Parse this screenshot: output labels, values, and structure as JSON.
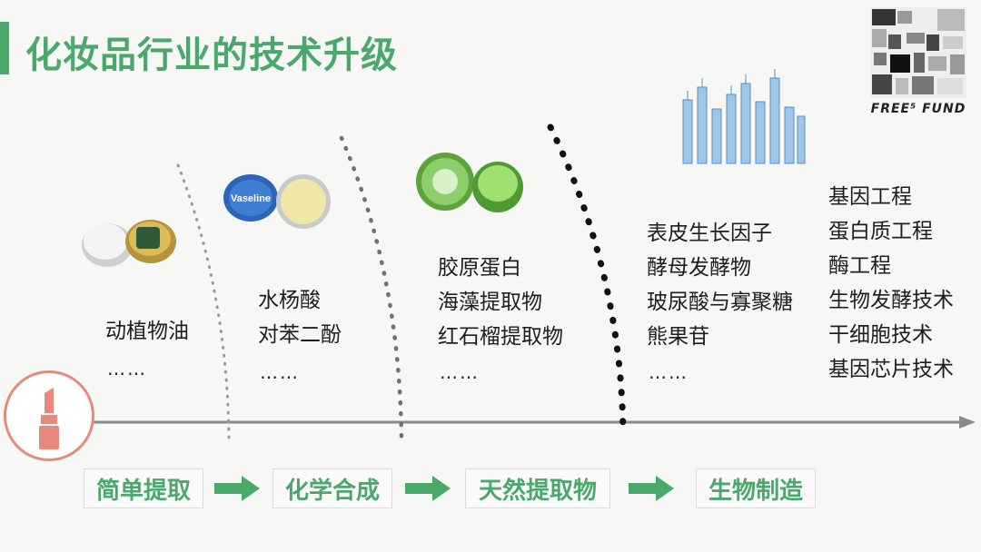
{
  "title": "化妆品行业的技术升级",
  "logo": {
    "text": "FREE⁵ FUND",
    "icon": "blurred-qr-code"
  },
  "columns": [
    {
      "id": "simple-extraction",
      "items": [
        "动植物油"
      ],
      "more": "……",
      "image_icon": "balm-tin-icon"
    },
    {
      "id": "chemical-synthesis",
      "items": [
        "水杨酸",
        "对苯二酚"
      ],
      "more": "……",
      "image_icon": "vaseline-tin-icon"
    },
    {
      "id": "natural-extracts",
      "items": [
        "胶原蛋白",
        "海藻提取物",
        "红石榴提取物"
      ],
      "more": "……",
      "image_icon": "aloe-gel-jar-icon"
    },
    {
      "id": "bio-manufacturing",
      "items": [
        "表皮生长因子",
        "酵母发酵物",
        "玻尿酸与寡聚糖",
        "熊果苷"
      ],
      "more": "……",
      "image_icon": "ampoule-vials-icon"
    },
    {
      "id": "future",
      "items": [
        "基因工程",
        "蛋白质工程",
        "酶工程",
        "生物发酵技术",
        "干细胞技术",
        "基因芯片技术"
      ]
    }
  ],
  "stages": [
    "简单提取",
    "化学合成",
    "天然提取物",
    "生物制造"
  ],
  "colors": {
    "accent": "#4aa86b",
    "lipstick": "#e8897c"
  }
}
